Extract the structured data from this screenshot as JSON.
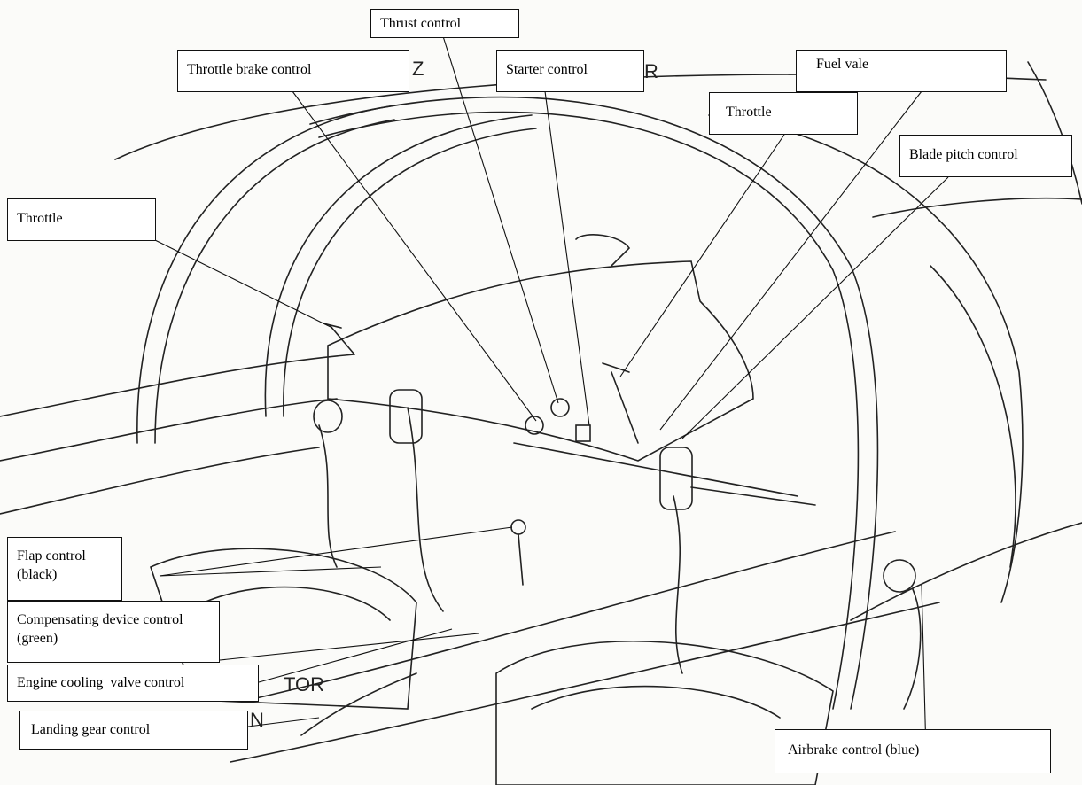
{
  "callouts": {
    "thrust_control": "Thrust control",
    "throttle_brake_control": "Throttle brake control",
    "starter_control": "Starter control",
    "fuel_vale": "Fuel vale",
    "throttle_right": "Throttle",
    "blade_pitch_control": "Blade pitch control",
    "throttle_left": "Throttle",
    "flap_control": "Flap control (black)",
    "compensating_device_control": "Compensating device control (green)",
    "engine_cooling_valve_control": "Engine cooling  valve control",
    "landing_gear_control": "Landing gear control",
    "airbrake_control": "Airbrake control (blue)"
  },
  "residual_text": {
    "z": "Z",
    "comma": ",",
    "r": "R",
    "tor": "TOR",
    "n": "N"
  }
}
